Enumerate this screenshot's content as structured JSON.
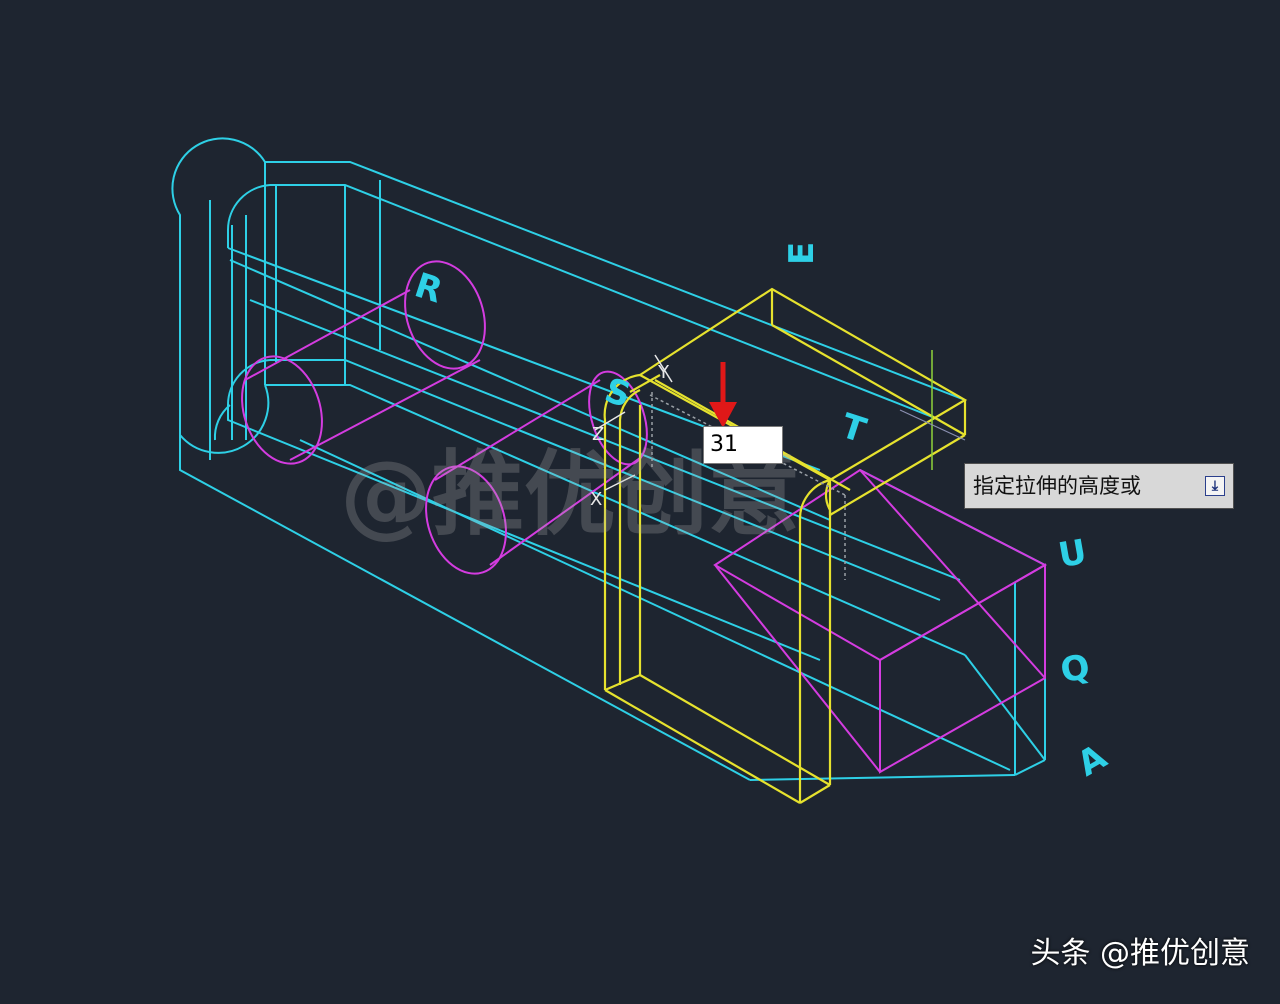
{
  "cad": {
    "labels": {
      "e": "E",
      "r": "R",
      "s": "S",
      "t": "T",
      "u": "U",
      "q": "Q",
      "a": "A"
    },
    "ucs": {
      "y": "Y",
      "x": "X",
      "z": "Z"
    },
    "dynamic_input_value": "31",
    "command_prompt": "指定拉伸的高度或",
    "prompt_icon": "download-arrow-icon"
  },
  "watermark": "@推优创意",
  "footer_credit": "头条 @推优创意",
  "colors": {
    "background": "#1e2530",
    "cyan": "#2ed0e6",
    "magenta": "#d43ce0",
    "yellow": "#e6e22e",
    "arrow_red": "#e01818"
  }
}
